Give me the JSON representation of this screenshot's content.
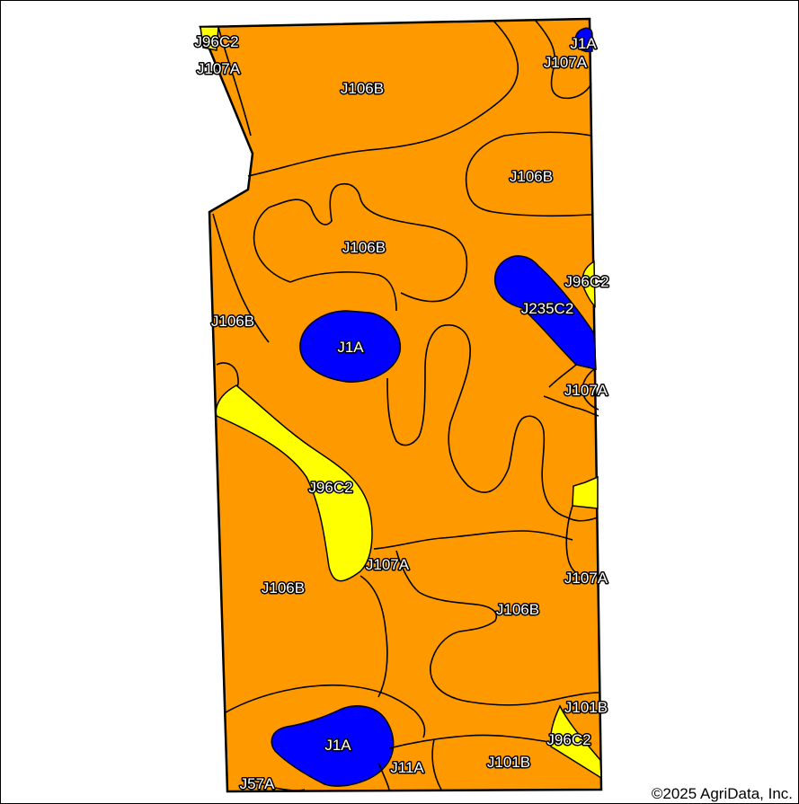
{
  "colors": {
    "orange": "#ff9900",
    "blue": "#0000ff",
    "yellow": "#ffff00",
    "line": "#000000"
  },
  "map": {
    "labels": {
      "j96c2_tl": "J96C2",
      "j107a_tl": "J107A",
      "j106b_top": "J106B",
      "j1a_tr": "J1A",
      "j107a_tr": "J107A",
      "j106b_right_upper": "J106B",
      "j106b_center": "J106B",
      "j96c2_right": "J96C2",
      "j235c2": "J235C2",
      "j106b_left": "J106B",
      "j1a_center": "J1A",
      "j107a_right_mid": "J107A",
      "j96c2_mid": "J96C2",
      "j107a_mid": "J107A",
      "j107a_right_low": "J107A",
      "j106b_lower_left": "J106B",
      "j106b_lower_right": "J106B",
      "j101b_right": "J101B",
      "j96c2_br": "J96C2",
      "j1a_bottom": "J1A",
      "j101b_bottom": "J101B",
      "j11a": "J11A",
      "j57a": "J57A"
    },
    "copyright": "©2025 AgriData, Inc."
  }
}
